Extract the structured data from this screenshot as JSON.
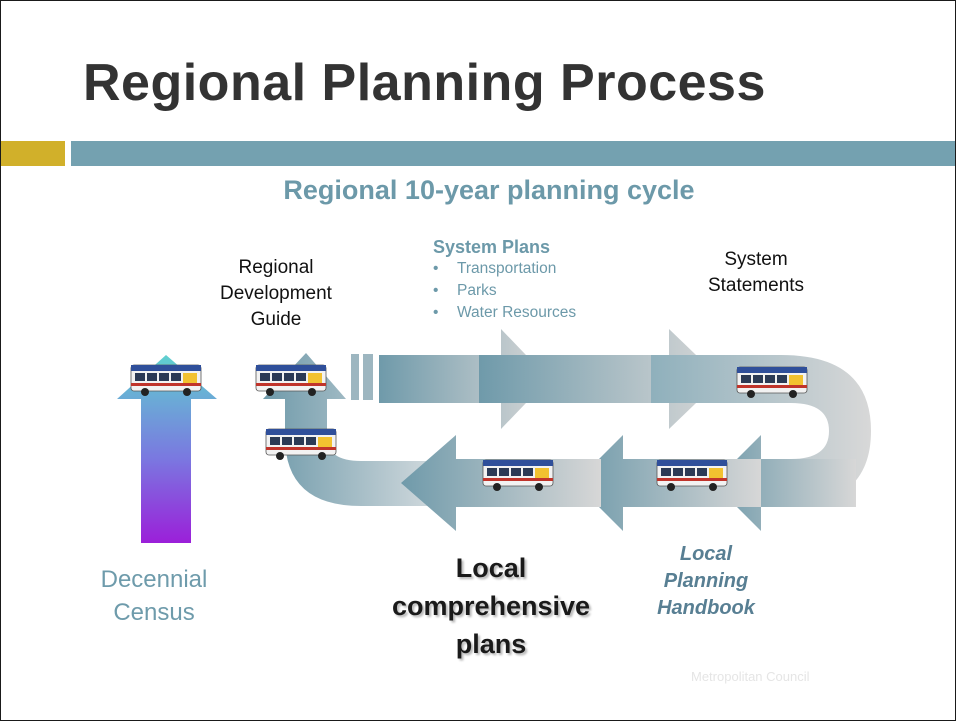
{
  "slide": {
    "title": "Regional Planning Process",
    "subtitle": "Regional 10-year planning cycle"
  },
  "labels": {
    "regional_development_guide": [
      "Regional",
      "Development",
      "Guide"
    ],
    "system_statements": [
      "System",
      "Statements"
    ],
    "system_plans": {
      "title": "System Plans",
      "items": [
        "Transportation",
        "Parks",
        "Water Resources"
      ]
    },
    "decennial_census": [
      "Decennial",
      "Census"
    ],
    "local_comprehensive_plans": [
      "Local",
      "comprehensive",
      "plans"
    ],
    "local_planning_handbook": [
      "Local",
      "Planning",
      "Handbook"
    ]
  },
  "logo_text": "Metropolitan Council",
  "colors": {
    "title": "#333333",
    "accent_gold": "#d1b02a",
    "accent_teal": "#74a1b0",
    "arrow_teal": "#6f9aaa",
    "census_arrow_top": "#5fd0cf",
    "census_arrow_bottom": "#9b1fd9"
  },
  "icons": [
    "bus-icon"
  ]
}
